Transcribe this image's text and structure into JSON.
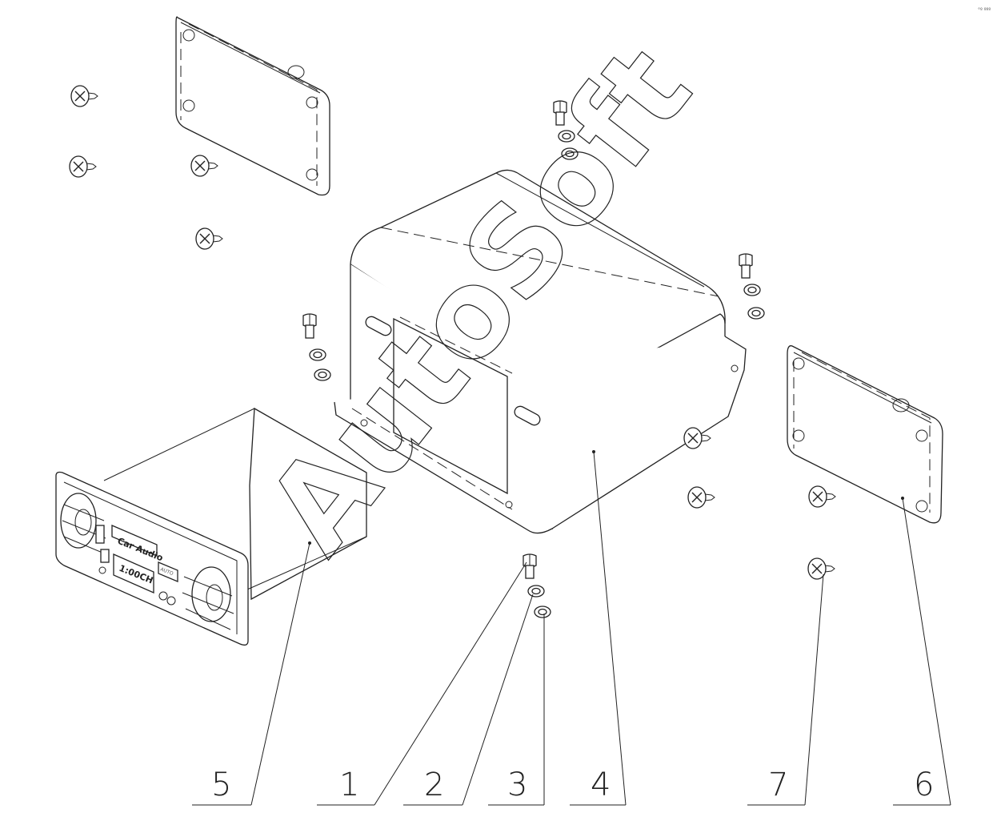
{
  "watermark": "AutoSoft",
  "corner_mark": "°º ººº",
  "radio_face": {
    "top_label": "Car Audio",
    "bottom_label": "1:00CH",
    "side_label": "AUTO"
  },
  "callouts": [
    {
      "id": "callout-5",
      "label": "5"
    },
    {
      "id": "callout-1",
      "label": "1"
    },
    {
      "id": "callout-2",
      "label": "2"
    },
    {
      "id": "callout-3",
      "label": "3"
    },
    {
      "id": "callout-4",
      "label": "4"
    },
    {
      "id": "callout-7",
      "label": "7"
    },
    {
      "id": "callout-6",
      "label": "6"
    }
  ]
}
